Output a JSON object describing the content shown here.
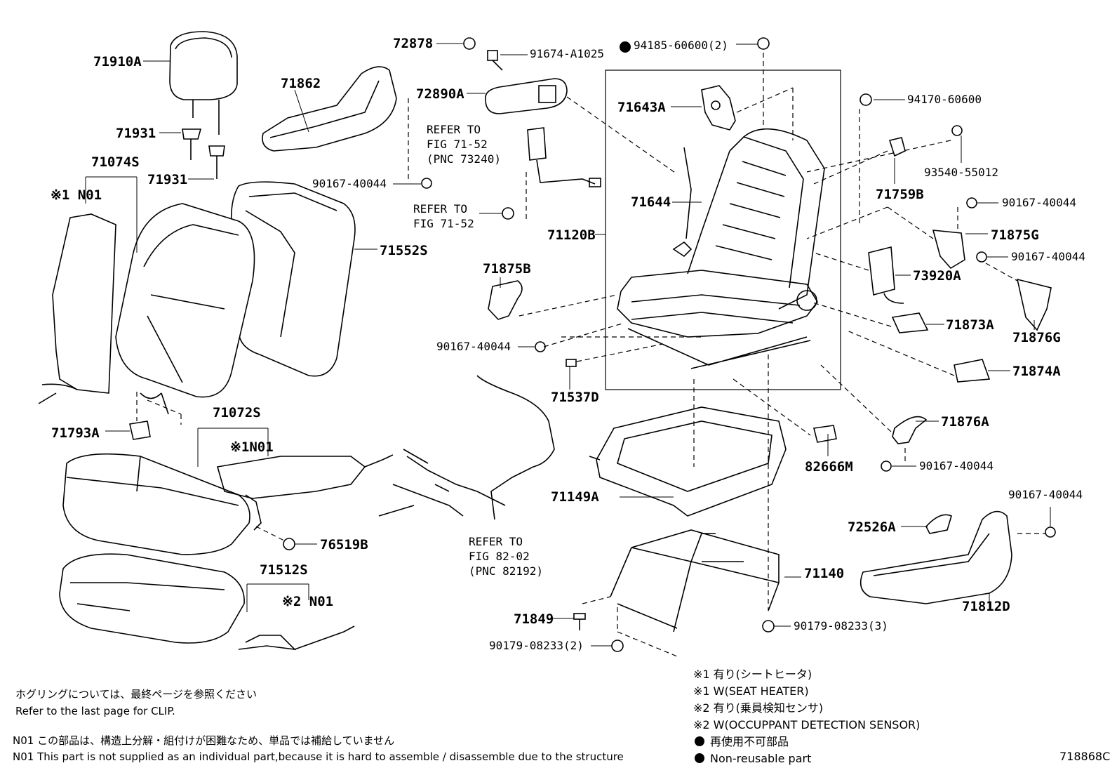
{
  "parts": {
    "p71910A": "71910A",
    "p71862": "71862",
    "p72878": "72878",
    "p91674": "91674-A1025",
    "p94185": "94185-60600(2)",
    "p72890A": "72890A",
    "p71643A": "71643A",
    "p94170": "94170-60600",
    "p71931a": "71931",
    "p71931b": "71931",
    "p71074S": "71074S",
    "p90167a": "90167-40044",
    "p93540": "93540-55012",
    "p71644": "71644",
    "p71759B": "71759B",
    "p90167b": "90167-40044",
    "p71120B": "71120B",
    "p71875G": "71875G",
    "p71552S": "71552S",
    "p90167c": "90167-40044",
    "p71875B": "71875B",
    "p73920A": "73920A",
    "p71873A": "71873A",
    "p90167d": "90167-40044",
    "p71876G": "71876G",
    "p71874A": "71874A",
    "p71537D": "71537D",
    "p71793A": "71793A",
    "p71072S": "71072S",
    "p71876A": "71876A",
    "p82666M": "82666M",
    "p90167e": "90167-40044",
    "p71149A": "71149A",
    "p90167f": "90167-40044",
    "p72526A": "72526A",
    "p76519B": "76519B",
    "p71512S": "71512S",
    "p71140": "71140",
    "p71849": "71849",
    "p71812D": "71812D",
    "p90179a": "90179-08233(3)",
    "p90179b": "90179-08233(2)"
  },
  "refs": {
    "ref1_l1": "REFER TO",
    "ref1_l2": "FIG 71-52",
    "ref1_l3": "(PNC 73240)",
    "ref2_l1": "REFER TO",
    "ref2_l2": "FIG 71-52",
    "ref3_l1": "REFER TO",
    "ref3_l2": "FIG 82-02",
    "ref3_l3": "(PNC 82192)"
  },
  "n01": {
    "n01a": "※1 N01",
    "n01b": "※1N01",
    "n01c": "※2 N01"
  },
  "notes": {
    "clip_ja": "ホグリングについては、最終ページを参照ください",
    "clip_en": "Refer to the last page for CLIP.",
    "n01_ja": "N01 この部品は、構造上分解・組付けが困難なため、単品では補給していません",
    "n01_en": "N01 This part is not supplied as an individual part,because it is hard to assemble / disassemble due to the structure"
  },
  "legend": {
    "l1": "※1  有り(シートヒータ)",
    "l2": "※1  W(SEAT HEATER)",
    "l3": "※2  有り(乗員検知センサ)",
    "l4": "※2  W(OCCUPPANT DETECTION SENSOR)",
    "l5": "再使用不可部品",
    "l6": "Non-reusable part"
  },
  "diagram_code": "718868C"
}
